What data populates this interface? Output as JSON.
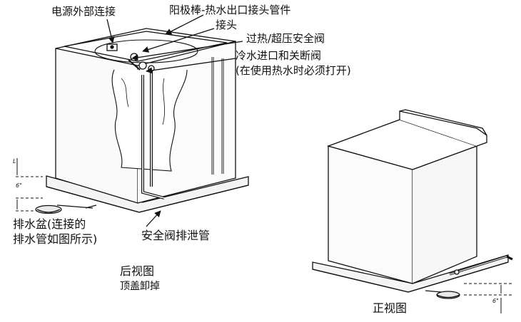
{
  "labels": {
    "power_connection": "电源外部连接",
    "anode_rod": "阳极棒-热水出口接头管件",
    "connector": "接头",
    "relief_valve": "过热/超压安全阀",
    "cold_inlet_line1": "冷水进口和关断阀",
    "cold_inlet_line2": "(在使用热水时必须打开)",
    "drain_pan_line1": "排水盆(连接的",
    "drain_pan_line2": "排水管如图所示)",
    "relief_drain_pipe": "安全阀排泄管",
    "rear_view": "后视图",
    "top_cover_removed": "顶盖卸掉",
    "front_view": "正视图"
  },
  "dimensions": {
    "left_gap": "6\"",
    "left_side_mark": "L",
    "right_gap": "6\""
  }
}
